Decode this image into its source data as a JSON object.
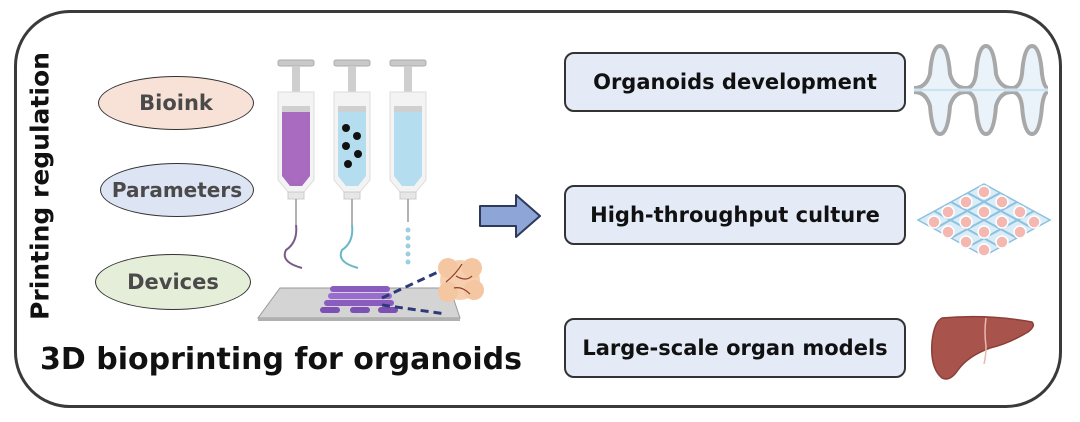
{
  "figure": {
    "main_title": "3D bioprinting for organoids",
    "side_title": "Printing regulation",
    "regulation_factors": [
      {
        "label": "Bioink",
        "color": "#f8e2d8"
      },
      {
        "label": "Parameters",
        "color": "#dde4f3"
      },
      {
        "label": "Devices",
        "color": "#e4eed9"
      }
    ],
    "syringes": [
      {
        "content": "purple bioink",
        "color": "#a86bbf",
        "output": "filament"
      },
      {
        "content": "bioink with cell aggregates",
        "color": "#b4ddf0",
        "output": "filament"
      },
      {
        "content": "blue bioink",
        "color": "#b4ddf0",
        "output": "droplets"
      }
    ],
    "applications": [
      {
        "label": "Organoids development",
        "icon": "intestinal-crypt-icon"
      },
      {
        "label": "High-throughput culture",
        "icon": "organoid-array-icon"
      },
      {
        "label": "Large-scale organ models",
        "icon": "liver-icon"
      }
    ],
    "colors": {
      "frame": "#3a3a3a",
      "box_fill": "#e4ebf7",
      "arrow_fill": "#8ea5d8",
      "printed_construct": "#8a5cc0",
      "liver": "#a8544c"
    }
  }
}
